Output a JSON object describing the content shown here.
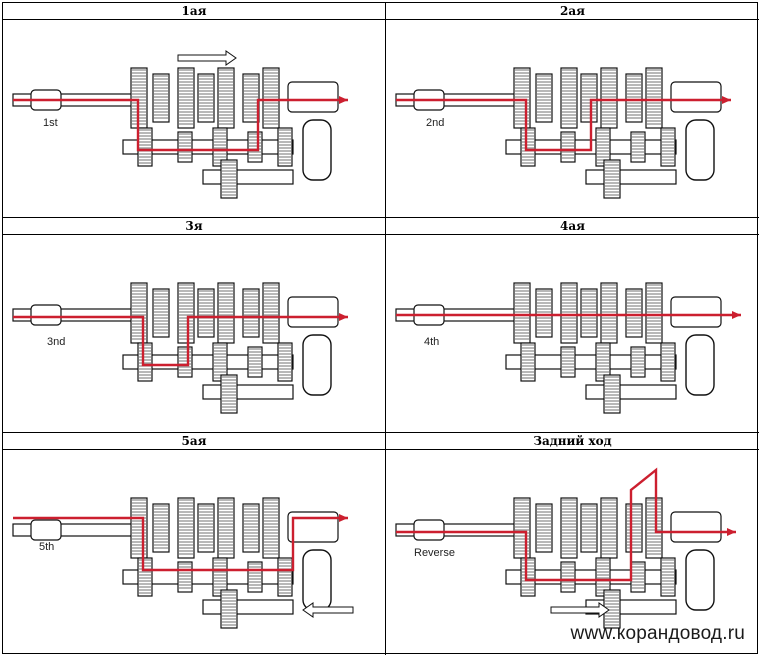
{
  "panels": [
    {
      "header": "1ая",
      "gear_label": "1st"
    },
    {
      "header": "2ая",
      "gear_label": "2nd"
    },
    {
      "header": "3я",
      "gear_label": "3nd"
    },
    {
      "header": "4ая",
      "gear_label": "4th"
    },
    {
      "header": "5ая",
      "gear_label": "5th"
    },
    {
      "header": "Задний ход",
      "gear_label": "Reverse"
    }
  ],
  "watermark": "www.корандовод.ru",
  "colors": {
    "power_flow": "#cc1f2f",
    "line": "#111111"
  }
}
